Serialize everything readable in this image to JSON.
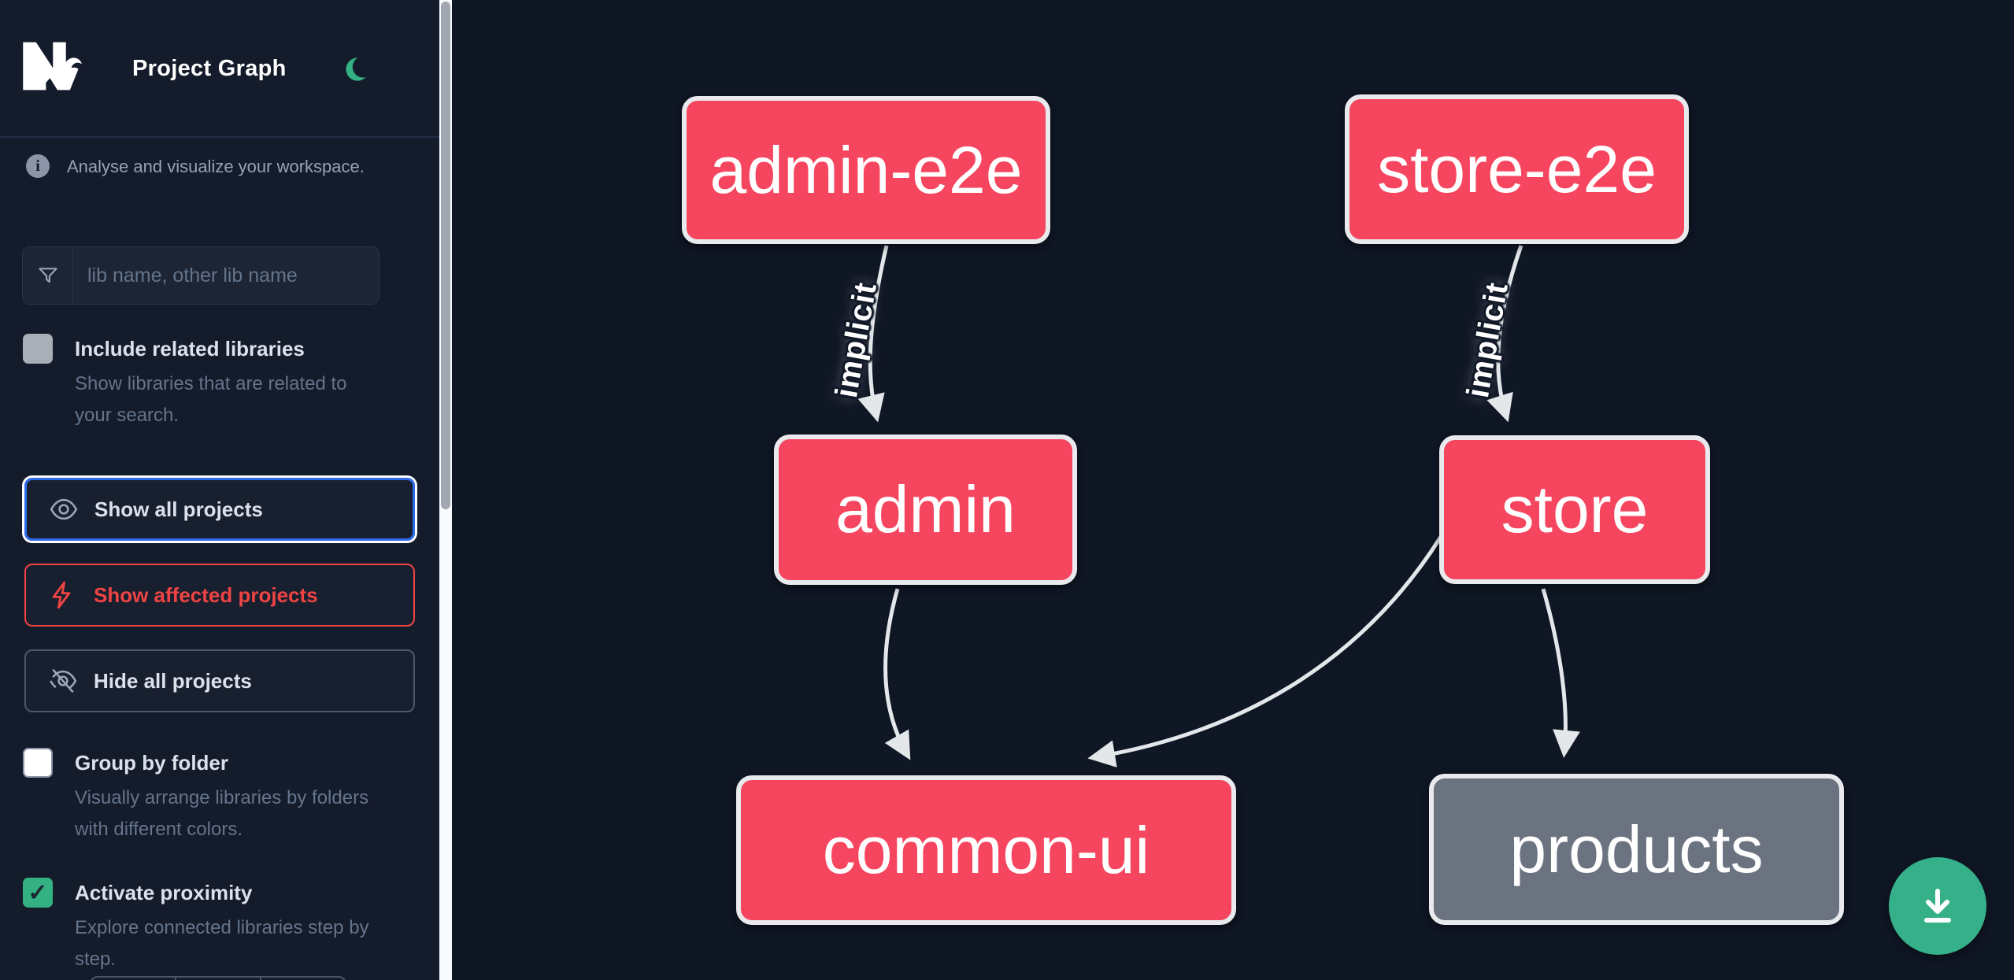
{
  "header": {
    "app_name": "Project Graph",
    "logo": "Nx",
    "theme_toggle": "moon"
  },
  "sidebar": {
    "tagline": "Analyse and visualize your workspace.",
    "search_placeholder": "lib name, other lib name",
    "options": [
      {
        "label": "Include related libraries",
        "description": "Show libraries that are related to your search.",
        "checked": false
      },
      {
        "label": "Group by folder",
        "description": "Visually arrange libraries by folders with different colors.",
        "checked": false
      },
      {
        "label": "Activate proximity",
        "description": "Explore connected libraries step by step.",
        "checked": true,
        "checkmark": "✓"
      }
    ],
    "actions": [
      {
        "label": "Show all projects",
        "icon": "eye-icon",
        "state": "focused"
      },
      {
        "label": "Show affected projects",
        "icon": "bolt-icon",
        "state": "affected"
      },
      {
        "label": "Hide all projects",
        "icon": "eye-off-icon",
        "state": "default"
      }
    ]
  },
  "graph": {
    "nodes": [
      {
        "id": "admin-e2e",
        "label": "admin-e2e",
        "color": "pink"
      },
      {
        "id": "store-e2e",
        "label": "store-e2e",
        "color": "pink"
      },
      {
        "id": "admin",
        "label": "admin",
        "color": "pink"
      },
      {
        "id": "store",
        "label": "store",
        "color": "pink"
      },
      {
        "id": "common-ui",
        "label": "common-ui",
        "color": "pink"
      },
      {
        "id": "products",
        "label": "products",
        "color": "gray"
      }
    ],
    "edges": [
      {
        "from": "admin-e2e",
        "to": "admin",
        "label": "implicit"
      },
      {
        "from": "store-e2e",
        "to": "store",
        "label": "implicit"
      },
      {
        "from": "admin",
        "to": "common-ui",
        "label": ""
      },
      {
        "from": "store",
        "to": "common-ui",
        "label": ""
      },
      {
        "from": "store",
        "to": "products",
        "label": ""
      }
    ]
  },
  "fab": {
    "icon": "download-icon"
  },
  "colors": {
    "sidebar_bg": "#141b2b",
    "canvas_bg": "#0f1624",
    "node_pink": "#f6465f",
    "node_gray": "#6b7380",
    "node_border": "#e8eaed",
    "edge": "#e4e7ea",
    "accent_green": "#34b183",
    "focus_blue": "#2f6bed",
    "affected_red": "#ee4444"
  }
}
